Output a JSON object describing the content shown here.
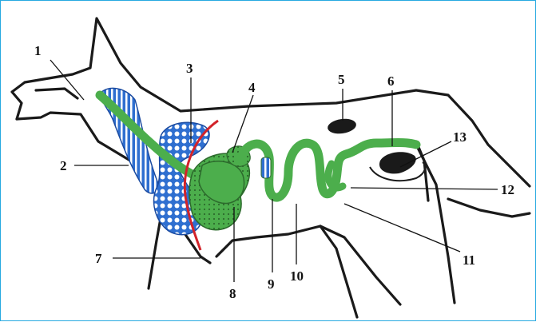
{
  "labels": [
    {
      "id": "1",
      "text": "1"
    },
    {
      "id": "2",
      "text": "2"
    },
    {
      "id": "3",
      "text": "3"
    },
    {
      "id": "4",
      "text": "4"
    },
    {
      "id": "5",
      "text": "5"
    },
    {
      "id": "6",
      "text": "6"
    },
    {
      "id": "7",
      "text": "7"
    },
    {
      "id": "8",
      "text": "8"
    },
    {
      "id": "9",
      "text": "9"
    },
    {
      "id": "10",
      "text": "10"
    },
    {
      "id": "11",
      "text": "11"
    },
    {
      "id": "12",
      "text": "12"
    },
    {
      "id": "13",
      "text": "13"
    }
  ],
  "colors": {
    "frame": "#27a9e1",
    "organ_green": "#4cae4c",
    "gland_blue": "#2f6fd0",
    "diaphragm_red": "#d2232a",
    "outline": "#1a1a1a"
  }
}
